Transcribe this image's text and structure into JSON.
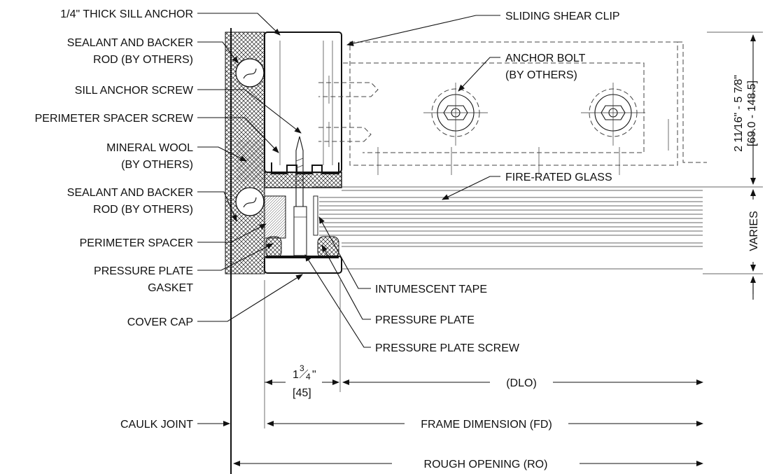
{
  "labels": {
    "sill_anchor": "1/4\" THICK SILL ANCHOR",
    "sealant_top_1": "SEALANT AND BACKER",
    "sealant_top_2": "ROD (BY OTHERS)",
    "sill_anchor_screw": "SILL ANCHOR SCREW",
    "perimeter_spacer_screw": "PERIMETER SPACER SCREW",
    "mineral_wool_1": "MINERAL WOOL",
    "mineral_wool_2": "(BY OTHERS)",
    "sealant_bot_1": "SEALANT AND BACKER",
    "sealant_bot_2": "ROD (BY OTHERS)",
    "perimeter_spacer": "PERIMETER SPACER",
    "pp_gasket_1": "PRESSURE PLATE",
    "pp_gasket_2": "GASKET",
    "cover_cap": "COVER CAP",
    "caulk_joint": "CAULK JOINT",
    "sliding_shear_clip": "SLIDING SHEAR CLIP",
    "anchor_bolt_1": "ANCHOR BOLT",
    "anchor_bolt_2": "(BY OTHERS)",
    "fire_rated_glass": "FIRE-RATED GLASS",
    "intumescent_tape": "INTUMESCENT TAPE",
    "pressure_plate": "PRESSURE PLATE",
    "pressure_plate_screw": "PRESSURE PLATE SCREW"
  },
  "dimensions": {
    "frame_depth_1": "1",
    "frame_depth_num": "3",
    "frame_depth_den": "4",
    "frame_depth_inch": "\"",
    "frame_depth_metric": "[45]",
    "dlo": "(DLO)",
    "frame_dimension": "FRAME DIMENSION (FD)",
    "rough_opening": "ROUGH OPENING (RO)",
    "clip_height_imperial": "2 11⁄16\" - 5 7⁄8\"",
    "clip_height_metric": "[69.0 - 148.5]",
    "varies": "VARIES"
  }
}
